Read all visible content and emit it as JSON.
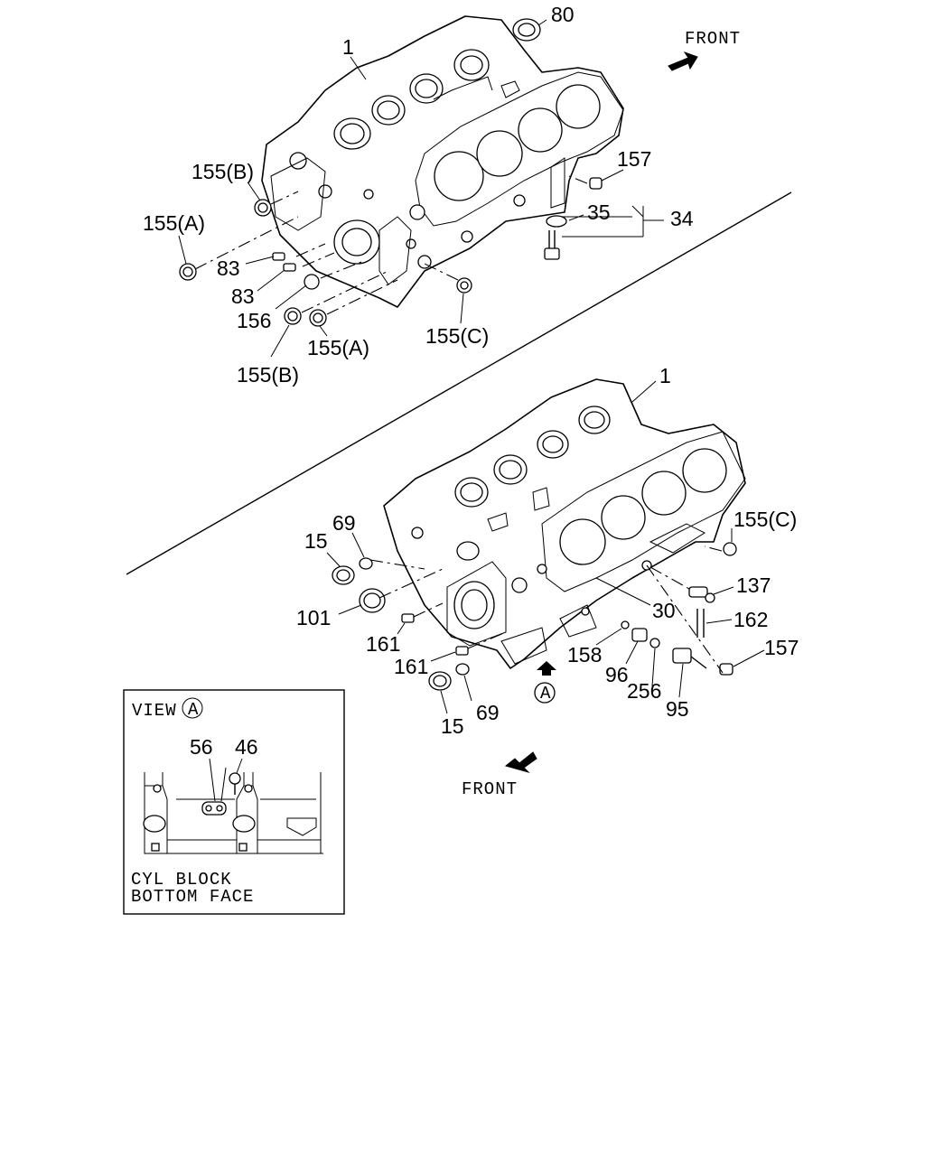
{
  "front_top": "FRONT",
  "front_bottom": "FRONT",
  "view_title": "VIEW",
  "view_circle": "A",
  "view_caption_1": "CYL BLOCK",
  "view_caption_2": "BOTTOM FACE",
  "arrow_marker": "A",
  "callouts_top": {
    "c1": "1",
    "c80": "80",
    "c157": "157",
    "c35": "35",
    "c34": "34",
    "c155b": "155(B)",
    "c155a": "155(A)",
    "c83a": "83",
    "c83b": "83",
    "c156": "156",
    "c155a2": "155(A)",
    "c155b2": "155(B)",
    "c155c": "155(C)"
  },
  "callouts_bottom": {
    "c1": "1",
    "c69a": "69",
    "c15a": "15",
    "c101": "101",
    "c161a": "161",
    "c161b": "161",
    "c15b": "15",
    "c69b": "69",
    "c155c": "155(C)",
    "c137": "137",
    "c30": "30",
    "c162": "162",
    "c157": "157",
    "c158": "158",
    "c96": "96",
    "c256": "256",
    "c95": "95"
  },
  "view_callouts": {
    "c56": "56",
    "c46": "46"
  }
}
